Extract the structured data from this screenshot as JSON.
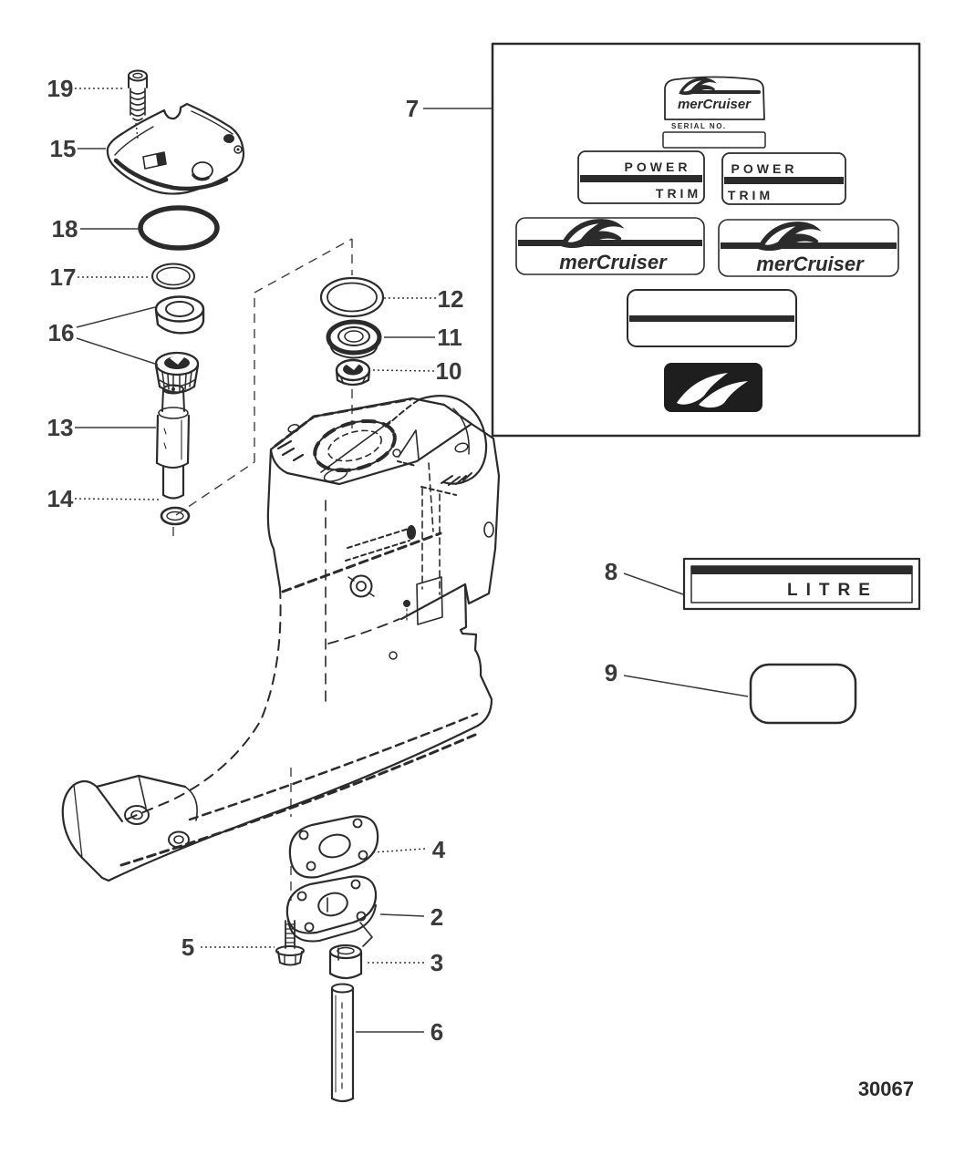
{
  "diagram": {
    "drawing_number": "30067"
  },
  "callouts": {
    "n2": "2",
    "n3": "3",
    "n4": "4",
    "n5": "5",
    "n6": "6",
    "n7": "7",
    "n8": "8",
    "n9": "9",
    "n10": "10",
    "n11": "11",
    "n12": "12",
    "n13": "13",
    "n14": "14",
    "n15": "15",
    "n16": "16",
    "n17": "17",
    "n18": "18",
    "n19": "19"
  },
  "decals": {
    "brand_script": "merCruiser",
    "serial_label": "SERIAL NO.",
    "power_label": "POWER",
    "trim_label": "TRIM",
    "litre_label": "LITRE"
  }
}
